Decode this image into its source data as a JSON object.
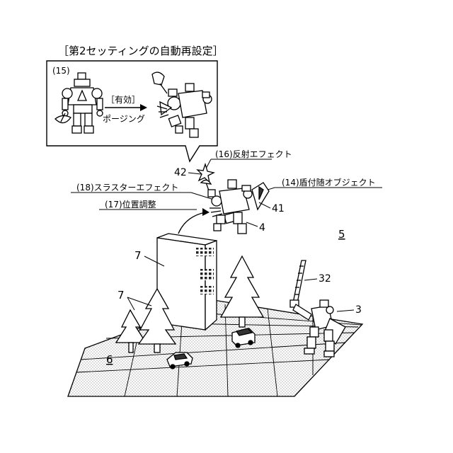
{
  "header": {
    "title": "［第2セッティングの自動再設定］"
  },
  "inset": {
    "ref": "(15)",
    "arrow_label": "［有効］",
    "arrow_caption": "ポージング"
  },
  "callouts": {
    "reflection_effect": "(16)反射エフェクト",
    "shield_object": "(14)盾付随オブジェクト",
    "thruster_effect": "(18)スラスターエフェクト",
    "position_adjust": "(17)位置調整"
  },
  "refs": {
    "r42": "42",
    "r41": "41",
    "r4": "4",
    "r5": "5",
    "r7a": "7",
    "r7b": "7",
    "r32": "32",
    "r3": "3",
    "r6": "6"
  }
}
